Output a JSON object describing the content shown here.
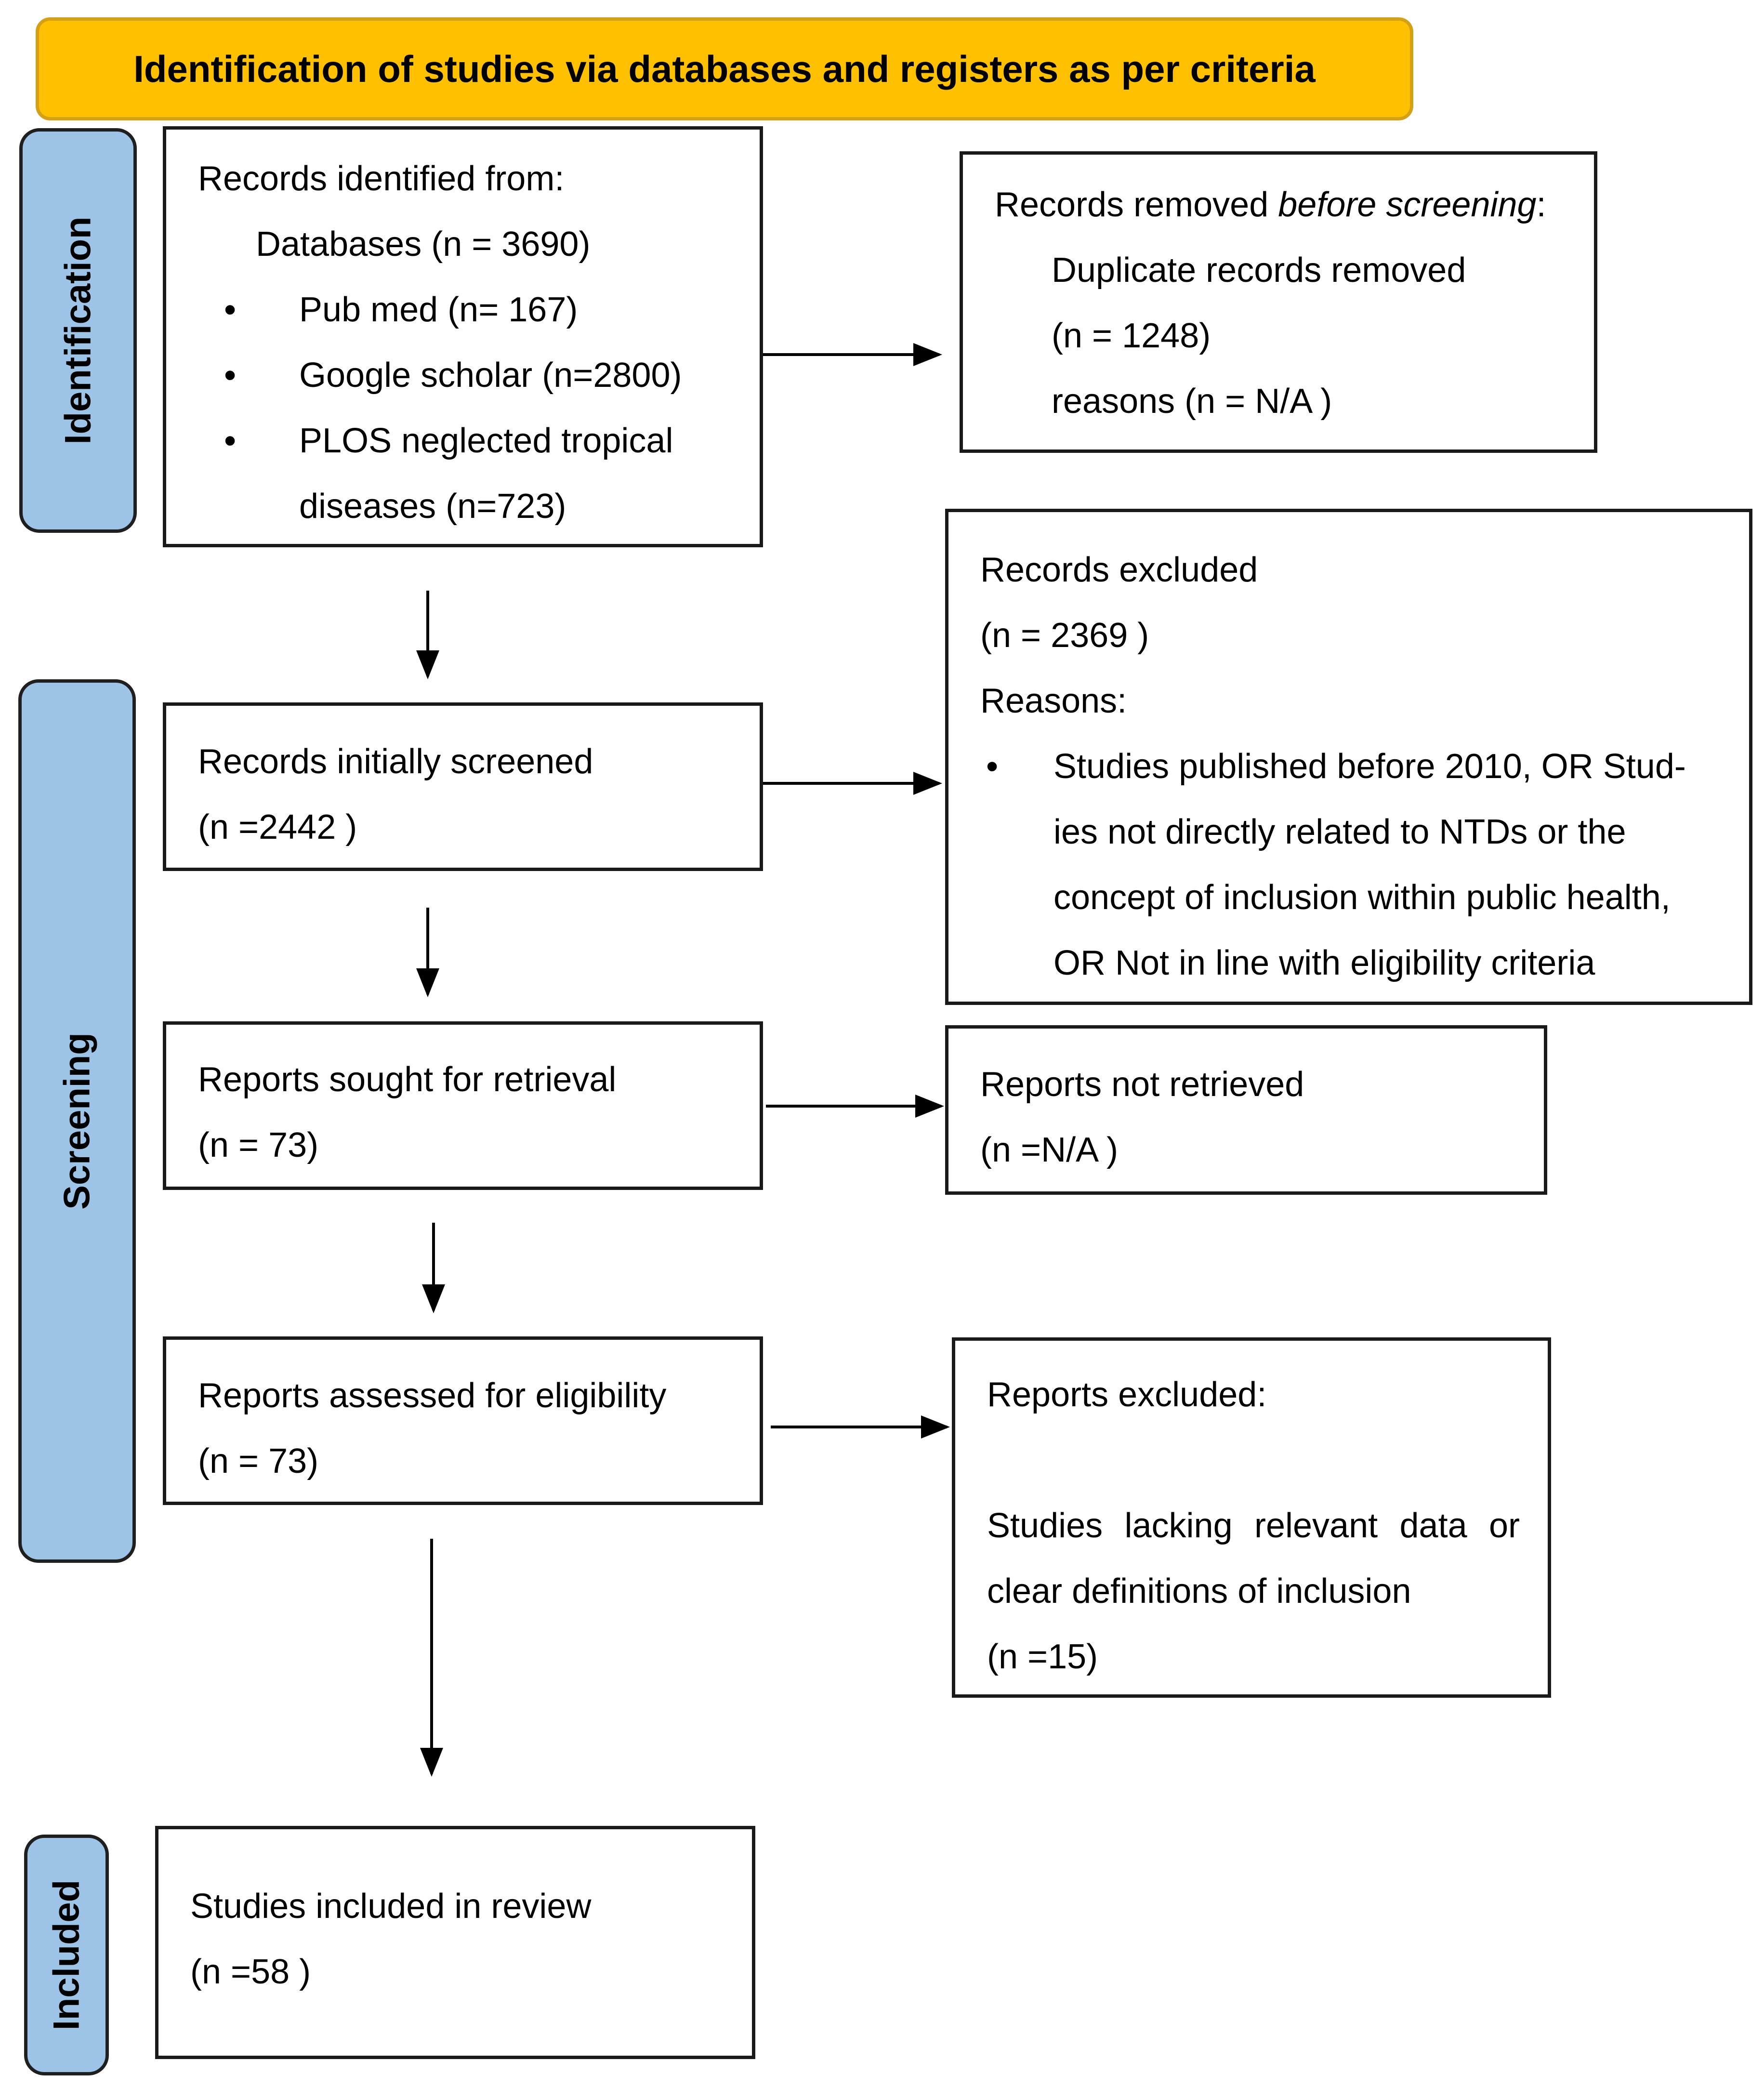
{
  "header": {
    "title": "Identification of studies via databases and registers as per criteria"
  },
  "phases": {
    "identification": "Identification",
    "screening": "Screening",
    "included": "Included"
  },
  "identified": {
    "heading": "Records identified from:",
    "databases": "Databases (n = 3690)",
    "items": [
      "Pub med (n= 167)",
      "Google scholar (n=2800)",
      "PLOS neglected tropical",
      "diseases (n=723)"
    ]
  },
  "removed": {
    "heading_prefix": "Records removed ",
    "heading_italic": "before screening",
    "heading_suffix": ":",
    "line1": "Duplicate records removed",
    "line2": "(n = 1248)",
    "line3": "reasons (n = N/A )"
  },
  "screened": {
    "heading": "Records initially screened",
    "count": "(n =2442 )"
  },
  "excluded": {
    "heading": "Records excluded",
    "count": "(n = 2369 )",
    "reasons_label": "Reasons:",
    "reason_lines": [
      "Studies published before 2010, OR Stud-",
      "ies not directly related to NTDs or the",
      "concept of inclusion within public health,",
      "OR Not in line with eligibility criteria"
    ]
  },
  "sought": {
    "heading": "Reports sought for retrieval",
    "count": "(n = 73)"
  },
  "not_retrieved": {
    "heading": "Reports not retrieved",
    "count": "(n =N/A )"
  },
  "assessed": {
    "heading": "Reports assessed for eligibility",
    "count": "(n = 73)"
  },
  "reports_excluded": {
    "heading": "Reports excluded:",
    "line1": "Studies lacking relevant data or",
    "line2": "clear definitions of inclusion",
    "count": "(n =15)"
  },
  "included": {
    "heading": "Studies included in review",
    "count": "(n =58 )"
  },
  "colors": {
    "header_fill": "#FFC000",
    "phase_fill": "#9DC3E6",
    "border": "#1A1A1A"
  }
}
